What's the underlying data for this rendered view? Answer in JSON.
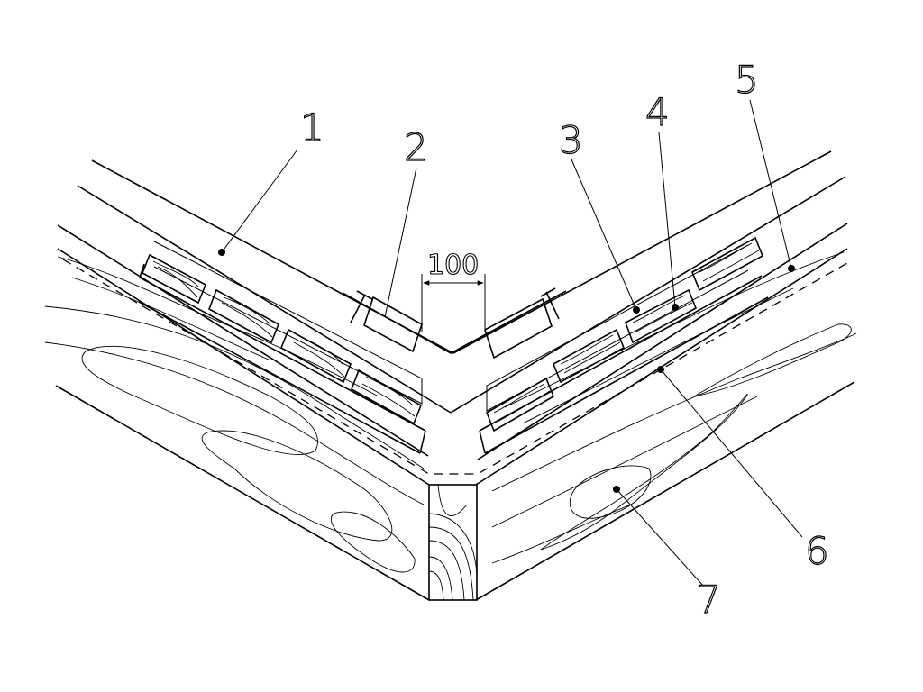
{
  "dimension": {
    "value": "100"
  },
  "callouts": [
    {
      "id": "1",
      "label": "1"
    },
    {
      "id": "2",
      "label": "2"
    },
    {
      "id": "3",
      "label": "3"
    },
    {
      "id": "4",
      "label": "4"
    },
    {
      "id": "5",
      "label": "5"
    },
    {
      "id": "6",
      "label": "6"
    },
    {
      "id": "7",
      "label": "7"
    }
  ]
}
